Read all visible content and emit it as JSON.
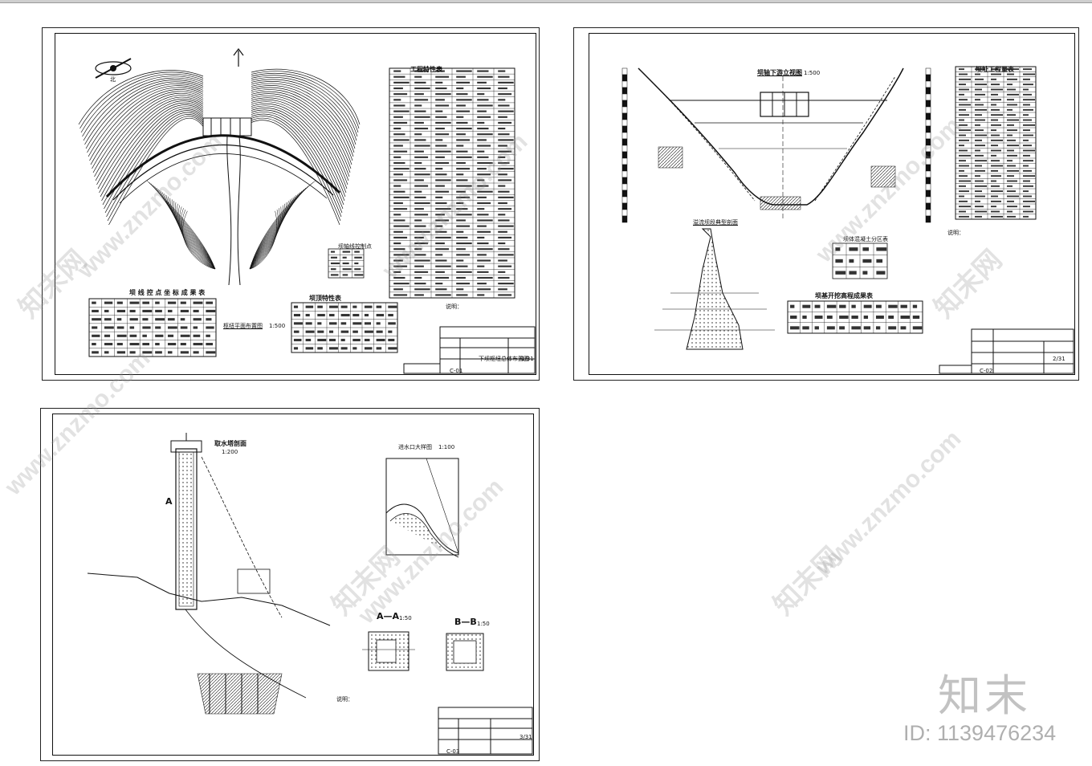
{
  "sheets": [
    {
      "id": "sheet1",
      "title": "工程特性表",
      "plan_title": "枢纽平面布置图",
      "plan_scale": "1:500",
      "coord_title": "坝轴线控制点",
      "table_bottom_title": "坝 线 控 点 坐 标 成 果 表",
      "table_right_title": "坝顶特性表",
      "notes_label": "说明：",
      "footer_name": "下坝枢纽总体布置图",
      "footer_code": "C-01",
      "footer_page": "1/31",
      "north_label": "北"
    },
    {
      "id": "sheet2",
      "title": "坝轴下游立视图",
      "title_scale": "1:500",
      "table_title": "坝址工程量表",
      "curve_title": "坝体混凝土分区表",
      "curve_table_title": "坝基开挖高程成果表",
      "notes_label": "说明：",
      "section_label": "溢流坝段典型剖面",
      "footer_code": "C-02",
      "footer_page": "2/31"
    },
    {
      "id": "sheet3",
      "title": "取水塔剖面",
      "title_scale": "1:200",
      "detail_title": "进水口大样图",
      "detail_scale": "1:100",
      "sec_a": "A—A",
      "sec_a_scale": "1:50",
      "sec_b": "B—B",
      "sec_b_scale": "1:50",
      "label_a": "A",
      "notes_label": "说明：",
      "footer_code": "C-03",
      "footer_page": "3/31"
    }
  ],
  "watermarks": {
    "site": "www.znzmo.com",
    "cn": "知末网"
  },
  "brand": {
    "logo_text": "知末",
    "id_text": "ID: 1139476234"
  }
}
